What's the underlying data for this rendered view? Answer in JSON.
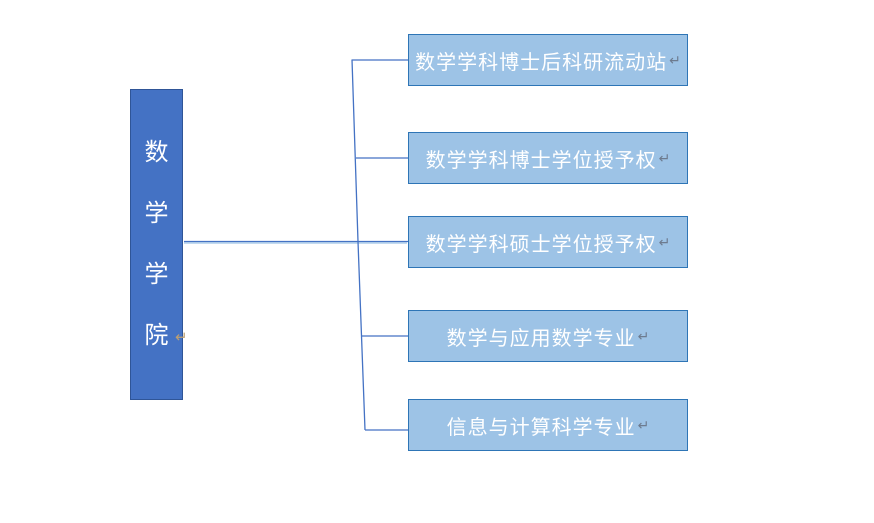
{
  "diagram": {
    "root": {
      "label": "数学学院",
      "chars": [
        "数",
        "学",
        "学",
        "院"
      ],
      "fill": "#4472C4",
      "border": "#2F5597",
      "text_color": "#ffffff"
    },
    "children": [
      {
        "label": "数学学科博士后科研流动站"
      },
      {
        "label": "数学学科博士学位授予权"
      },
      {
        "label": "数学学科硕士学位授予权"
      },
      {
        "label": "数学与应用数学专业"
      },
      {
        "label": "信息与计算科学专业"
      }
    ],
    "child_style": {
      "fill": "#9DC3E6",
      "border": "#2E75B6",
      "text_color": "#ffffff"
    },
    "connector_color": "#4472C4",
    "connector_light_color": "#9DC3E6",
    "return_mark": "↵",
    "return_mark_color_children": "#6d7b8f",
    "return_mark_color_root": "#BD9F72",
    "background": "#ffffff"
  }
}
